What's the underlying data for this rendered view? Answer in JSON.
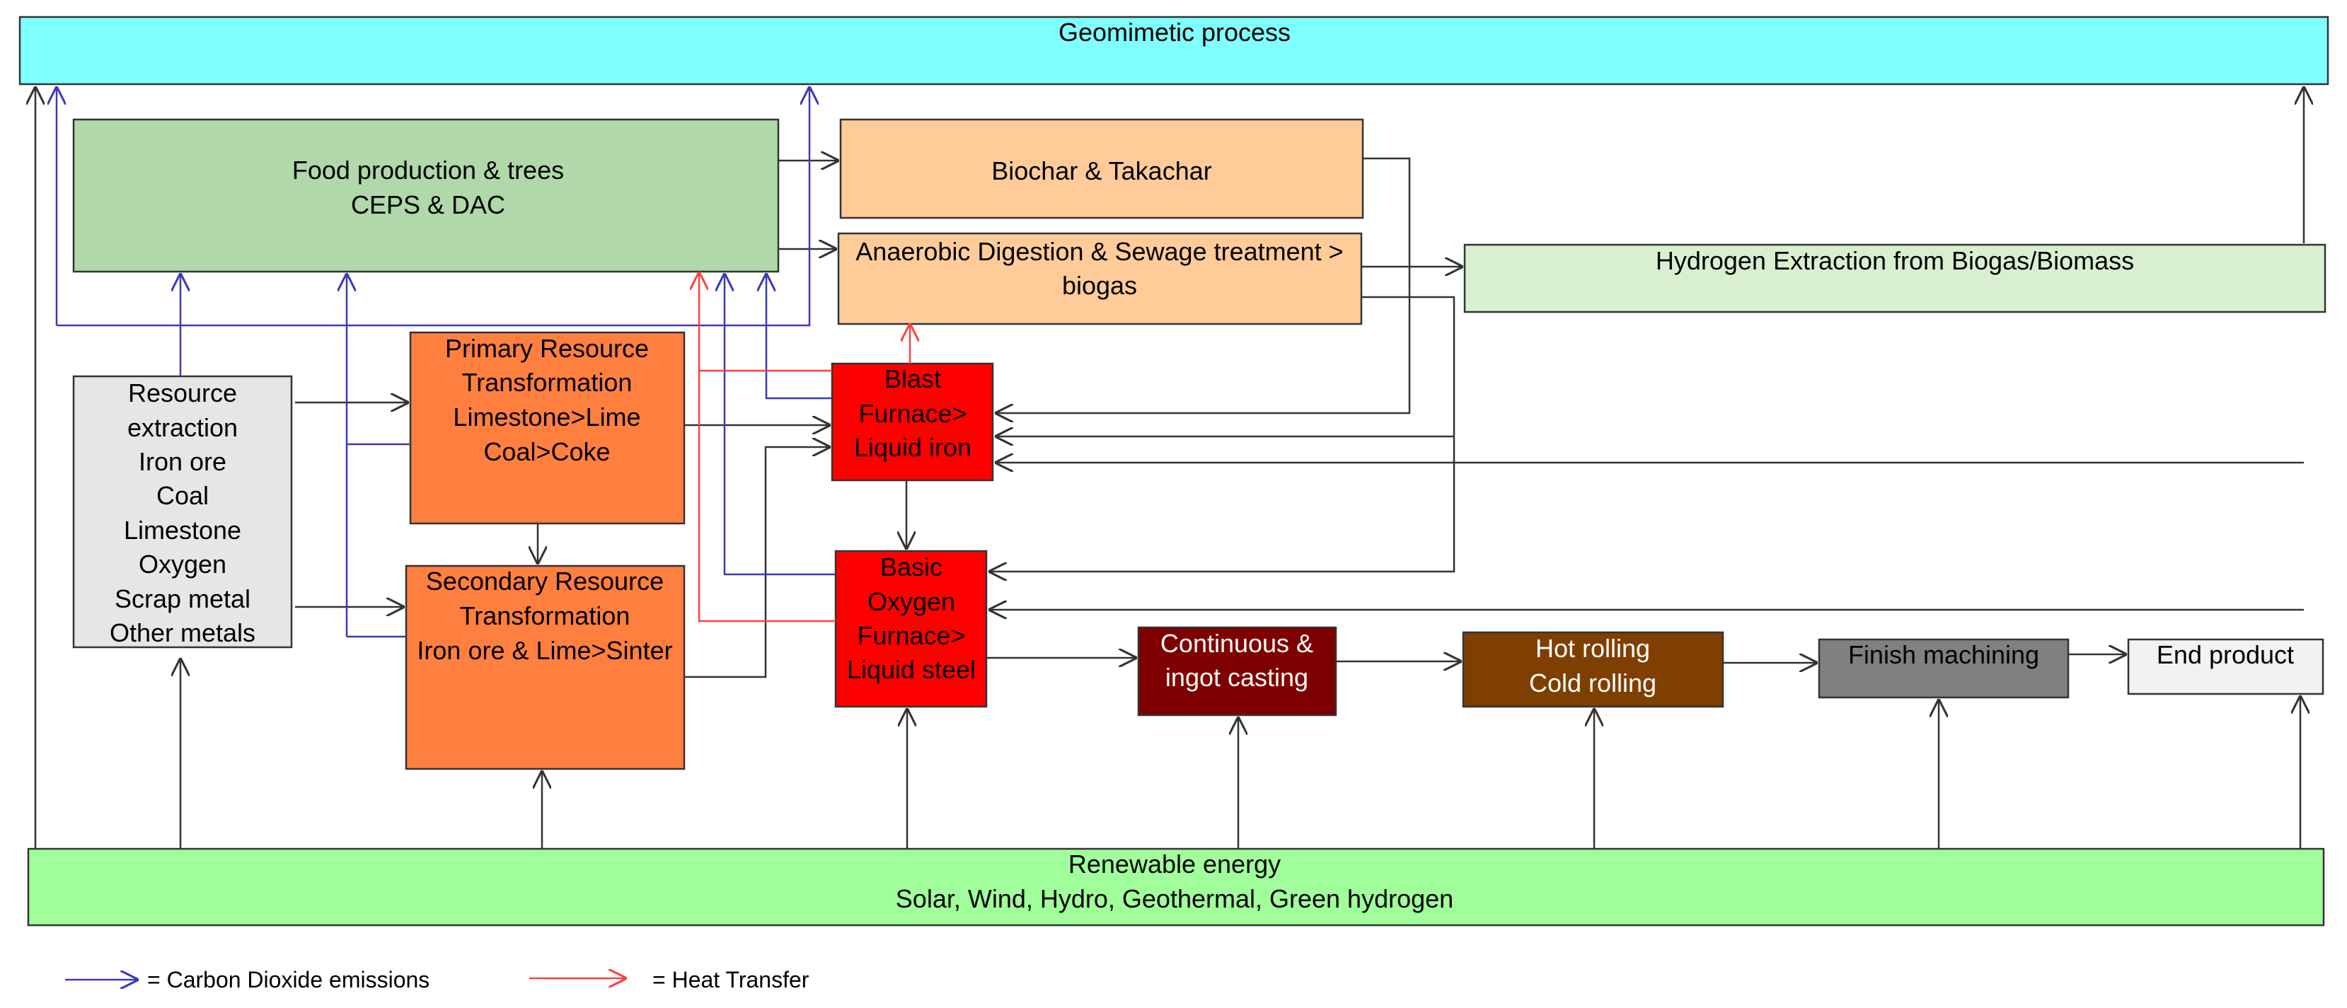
{
  "colors": {
    "geomimetic": "#80ffff",
    "food": "#b0d8a8",
    "peach": "#ffcc99",
    "hydrogen": "#d8f0d0",
    "resource": "#e6e6e6",
    "orange": "#ff7f3f",
    "red": "#ff0000",
    "casting": "#7f0000",
    "rolling": "#7f3f00",
    "finish": "#808080",
    "end": "#f2f2f2",
    "renewable": "#a0ff9a",
    "co2_arrow": "#3a3ab8",
    "heat_arrow": "#ff4040",
    "flow_arrow": "#333333"
  },
  "nodes": {
    "geomimetic": [
      "Geomimetic process"
    ],
    "food": [
      "Food production & trees",
      "CEPS & DAC"
    ],
    "biochar": [
      "Biochar & Takachar"
    ],
    "anaerobic": [
      "Anaerobic Digestion & Sewage treatment >",
      "biogas"
    ],
    "hydrogen": [
      "Hydrogen Extraction from Biogas/Biomass"
    ],
    "resource": [
      "Resource",
      "extraction",
      "Iron ore",
      "Coal",
      "Limestone",
      "Oxygen",
      "Scrap metal",
      "Other metals"
    ],
    "primary": [
      "Primary Resource",
      "Transformation",
      "Limestone>Lime",
      "Coal>Coke"
    ],
    "secondary": [
      "Secondary Resource",
      "Transformation",
      "Iron ore & Lime>Sinter"
    ],
    "blast": [
      "Blast",
      "Furnace>",
      "Liquid iron"
    ],
    "bof": [
      "Basic",
      "Oxygen",
      "Furnace>",
      "Liquid steel"
    ],
    "casting": [
      "Continuous &",
      "ingot casting"
    ],
    "rolling": [
      "Hot rolling",
      "Cold rolling"
    ],
    "finish": [
      "Finish machining"
    ],
    "end": [
      "End product"
    ],
    "renewable": [
      "Renewable energy",
      "Solar, Wind, Hydro, Geothermal, Green hydrogen"
    ]
  },
  "legend": {
    "co2": "= Carbon Dioxide emissions",
    "heat": "=  Heat Transfer"
  }
}
